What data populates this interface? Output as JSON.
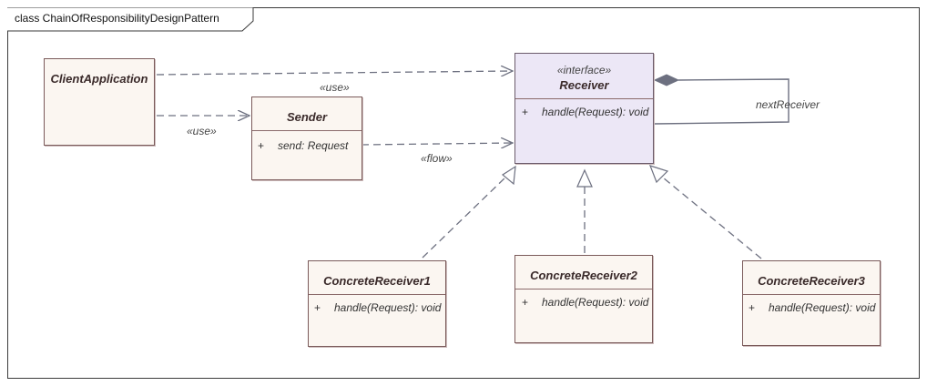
{
  "diagram": {
    "title": "class ChainOfResponsibilityDesignPattern"
  },
  "classes": {
    "client": {
      "name": "ClientApplication"
    },
    "sender": {
      "name": "Sender",
      "attr_vis": "+",
      "attr": "send: Request"
    },
    "receiver": {
      "stereotype": "«interface»",
      "name": "Receiver",
      "op_vis": "+",
      "op": "handle(Request): void"
    },
    "concrete1": {
      "name": "ConcreteReceiver1",
      "op_vis": "+",
      "op": "handle(Request): void"
    },
    "concrete2": {
      "name": "ConcreteReceiver2",
      "op_vis": "+",
      "op": "handle(Request): void"
    },
    "concrete3": {
      "name": "ConcreteReceiver3",
      "op_vis": "+",
      "op": "handle(Request): void"
    }
  },
  "relations": {
    "use_client_sender": "«use»",
    "use_client_receiver": "«use»",
    "flow_sender_receiver": "«flow»",
    "next_receiver": "nextReceiver"
  },
  "colors": {
    "class_fill": "#fbf6f1",
    "interface_fill": "#ece7f6",
    "edge": "#6d7080"
  }
}
